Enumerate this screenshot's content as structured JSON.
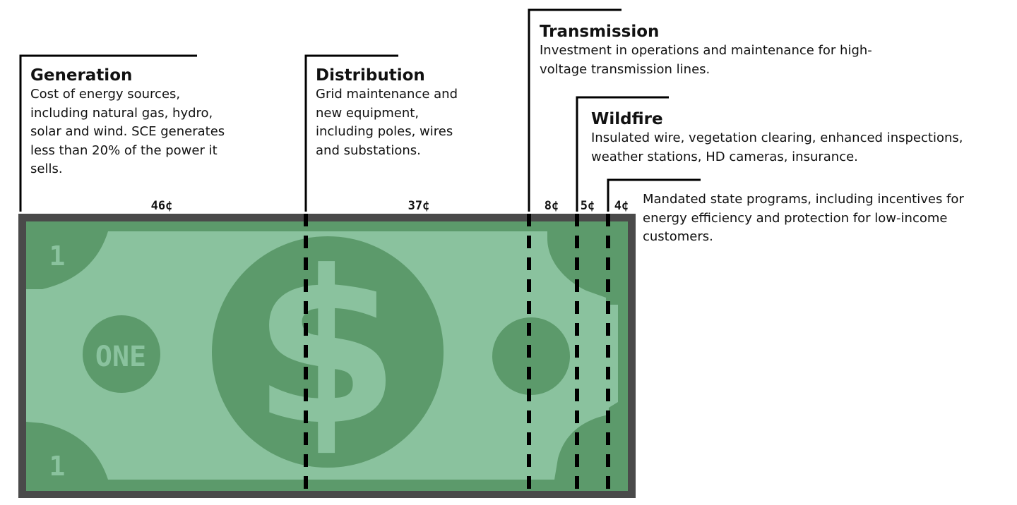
{
  "colors": {
    "bill_border": "#4a4a4a",
    "bill_dark": "#5c9a6b",
    "bill_light": "#8ac29e",
    "line": "#000000"
  },
  "segments": [
    {
      "key": "generation",
      "title": "Generation",
      "description": "Cost of energy sources, including natural gas, hydro, solar and wind. SCE generates less than 20% of the power it sells.",
      "cents": "46¢",
      "value": 46
    },
    {
      "key": "distribution",
      "title": "Distribution",
      "description": "Grid maintenance and new equipment, including poles, wires and substations.",
      "cents": "37¢",
      "value": 37
    },
    {
      "key": "transmission",
      "title": "Transmission",
      "description": "Investment in operations and maintenance for high-voltage transmission lines.",
      "cents": "8¢",
      "value": 8
    },
    {
      "key": "wildfire",
      "title": "Wildfire",
      "description": "Insulated wire, vegetation clearing, enhanced inspections, weather stations, HD cameras, insurance.",
      "cents": "5¢",
      "value": 5
    },
    {
      "key": "state_programs",
      "title": "",
      "description": "Mandated state programs, including incentives for energy efficiency and protection for low-income customers.",
      "cents": "4¢",
      "value": 4
    }
  ],
  "bill": {
    "denomination_word": "ONE",
    "corner_numeral": "1",
    "symbol": "$"
  }
}
